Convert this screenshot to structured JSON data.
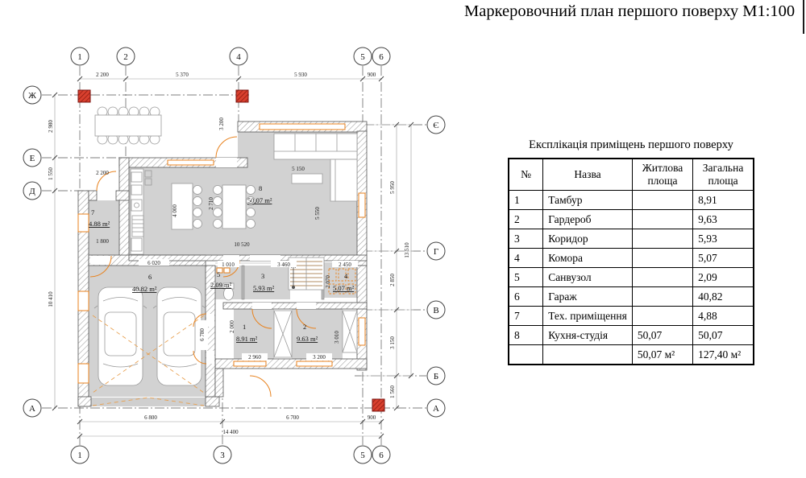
{
  "title": "Маркеровочний план першого поверху М1:100",
  "table": {
    "title": "Експлікація приміщень першого поверху",
    "headers": {
      "num": "№",
      "name": "Назва",
      "living": "Житлова площа",
      "total": "Загальна площа"
    },
    "rows": [
      {
        "num": "1",
        "name": "Тамбур",
        "living": "",
        "total": "8,91"
      },
      {
        "num": "2",
        "name": "Гардероб",
        "living": "",
        "total": "9,63"
      },
      {
        "num": "3",
        "name": "Коридор",
        "living": "",
        "total": "5,93"
      },
      {
        "num": "4",
        "name": "Комора",
        "living": "",
        "total": "5,07"
      },
      {
        "num": "5",
        "name": "Санвузол",
        "living": "",
        "total": "2,09"
      },
      {
        "num": "6",
        "name": "Гараж",
        "living": "",
        "total": "40,82"
      },
      {
        "num": "7",
        "name": "Тех. приміщення",
        "living": "",
        "total": "4,88"
      },
      {
        "num": "8",
        "name": "Кухня-студія",
        "living": "50,07",
        "total": "50,07"
      }
    ],
    "totals": {
      "living": "50,07 м²",
      "total": "127,40 м²"
    }
  },
  "plan": {
    "axes": {
      "top": [
        "1",
        "2",
        "4",
        "5",
        "6"
      ],
      "bottom": [
        "1",
        "3",
        "5",
        "6"
      ],
      "left": [
        "Ж",
        "Е",
        "Д",
        "А"
      ],
      "right": [
        "Є",
        "Г",
        "В",
        "Б",
        "А"
      ]
    },
    "dims": {
      "top": [
        "2 200",
        "5 370",
        "5 930",
        "900"
      ],
      "bottom": [
        "6 800",
        "6 700",
        "900"
      ],
      "bottom_total": "14 400",
      "left": [
        "2 980",
        "1 550",
        "10 410"
      ],
      "right": [
        "5 950",
        "2 850",
        "3 150",
        "1 560"
      ],
      "right_total": "13 510",
      "inner": {
        "kitchen_w": "5 150",
        "kitchen_h": "4 000",
        "living_h": "5 550",
        "kitchen_total": "10 520",
        "room7_w": "1 800",
        "room7_h": "2 710",
        "terrace_door": "2 200",
        "terrace_side": "3 200",
        "garage_w": "6 020",
        "garage_h": "6 780",
        "wc_w": "1 010",
        "hall_w": "3 460",
        "storage_w": "2 450",
        "stair_h": "2 070",
        "room1_h": "2 000",
        "room1_w": "2 960",
        "room2_w": "3 200",
        "room2_h": "3 010"
      }
    },
    "rooms": [
      {
        "num": "1",
        "area": "8.91 m²"
      },
      {
        "num": "2",
        "area": "9.63 m²"
      },
      {
        "num": "3",
        "area": "5.93 m²"
      },
      {
        "num": "4",
        "area": "5.07 m²"
      },
      {
        "num": "5",
        "area": "2.09 m²"
      },
      {
        "num": "6",
        "area": "40.82 m²"
      },
      {
        "num": "7",
        "area": "4.88 m²"
      },
      {
        "num": "8",
        "area": "50,07 m²"
      }
    ]
  },
  "colors": {
    "door_orange": "#e8821e",
    "column_red": "#d9402e",
    "room_fill": "#d2d2d2"
  }
}
